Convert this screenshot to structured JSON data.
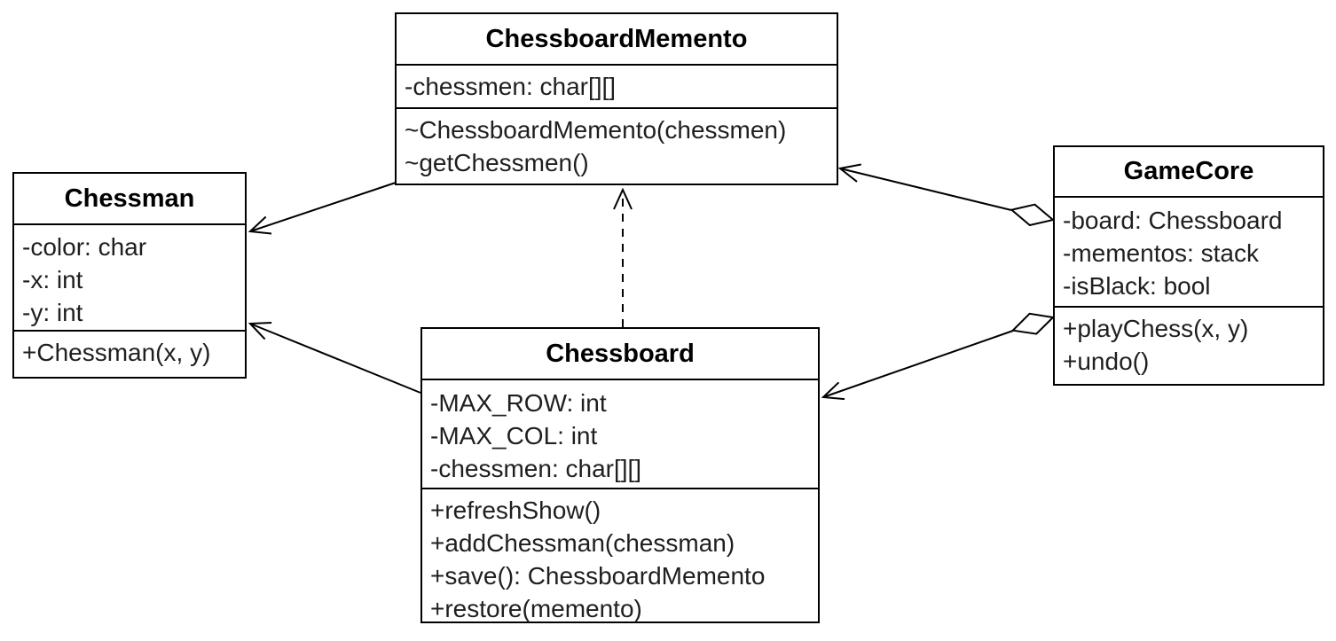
{
  "diagram": {
    "kind": "uml-class-diagram",
    "pattern": "Memento",
    "colors": {
      "background": "#ffffff",
      "stroke": "#000000",
      "box_fill": "#ffffff",
      "title_text": "#000000",
      "body_text": "#1f1f1f"
    },
    "classes": [
      {
        "name": "ChessboardMemento",
        "attributes": [
          "-chessmen: char[][]"
        ],
        "methods": [
          "~ChessboardMemento(chessmen)",
          "~getChessmen()"
        ]
      },
      {
        "name": "Chessman",
        "attributes": [
          "-color: char",
          "-x: int",
          "-y: int"
        ],
        "methods": [
          "+Chessman(x, y)"
        ]
      },
      {
        "name": "Chessboard",
        "attributes": [
          "-MAX_ROW: int",
          "-MAX_COL: int",
          "-chessmen: char[][]"
        ],
        "methods": [
          "+refreshShow()",
          "+addChessman(chessman)",
          "+save(): ChessboardMemento",
          "+restore(memento)"
        ]
      },
      {
        "name": "GameCore",
        "attributes": [
          "-board: Chessboard",
          "-mementos: stack",
          "-isBlack: bool"
        ],
        "methods": [
          "+playChess(x, y)",
          "+undo()"
        ]
      }
    ],
    "relationships": [
      {
        "from": "ChessboardMemento",
        "to": "Chessman",
        "type": "association",
        "line": "solid",
        "head": "open-arrow",
        "tail": "none"
      },
      {
        "from": "Chessboard",
        "to": "Chessman",
        "type": "association",
        "line": "solid",
        "head": "open-arrow",
        "tail": "none"
      },
      {
        "from": "Chessboard",
        "to": "ChessboardMemento",
        "type": "dependency",
        "line": "dashed",
        "head": "open-arrow",
        "tail": "none"
      },
      {
        "from": "GameCore",
        "to": "ChessboardMemento",
        "type": "aggregation",
        "line": "solid",
        "head": "open-arrow",
        "tail": "hollow-diamond"
      },
      {
        "from": "GameCore",
        "to": "Chessboard",
        "type": "aggregation",
        "line": "solid",
        "head": "open-arrow",
        "tail": "hollow-diamond"
      }
    ]
  }
}
